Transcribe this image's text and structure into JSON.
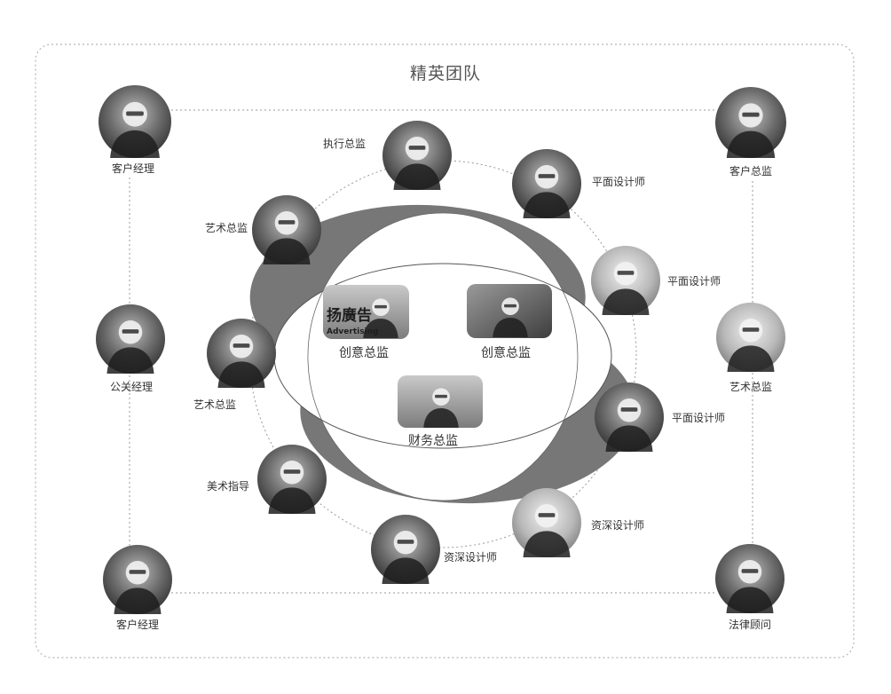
{
  "title": "精英团队",
  "corners": {
    "top_left": "客户经理",
    "top_right": "客户总监",
    "mid_left": "公关经理",
    "mid_right": "艺术总监",
    "bottom_left": "客户经理",
    "bottom_right": "法律顾问"
  },
  "ring": {
    "exec_director": "执行总监",
    "art_director_upper": "艺术总监",
    "art_director_lower": "艺术总监",
    "art_guidance": "美术指导",
    "senior_designer_bottom": "资深设计师",
    "senior_designer_right": "资深设计师",
    "graphic_designer_1": "平面设计师",
    "graphic_designer_2": "平面设计师",
    "graphic_designer_3": "平面设计师"
  },
  "center": {
    "creative_director_left": "创意总监",
    "creative_director_right": "创意总监",
    "finance_director": "财务总监",
    "photo_text_brand": "扬廣告",
    "photo_text_sub": "Advertising"
  },
  "colors": {
    "frame": "#b5b5b5",
    "connector": "#999999",
    "crescent": "#777777",
    "photo_dark": "#3c3c3c",
    "photo_mid": "#8a8a8a"
  }
}
